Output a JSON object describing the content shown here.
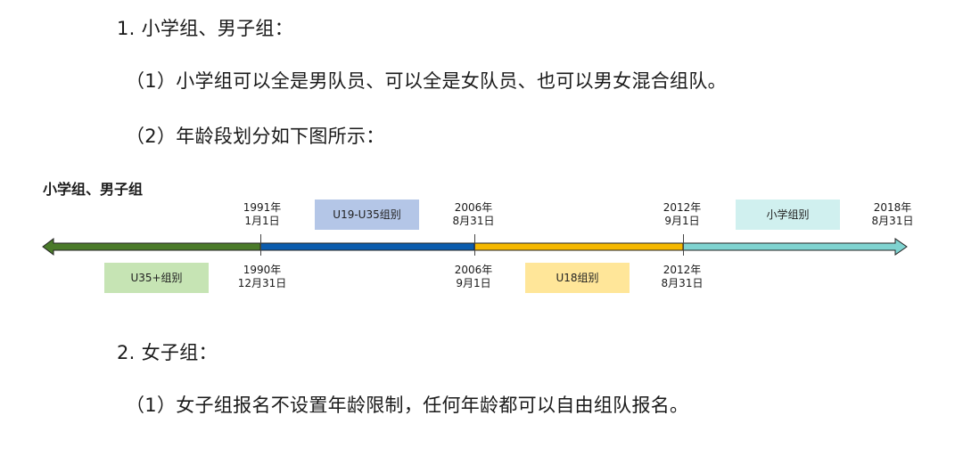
{
  "sections": {
    "s1_heading": "1. 小学组、男子组：",
    "s1_item1": "（1）小学组可以全是男队员、可以全是女队员、也可以男女混合组队。",
    "s1_item2": "（2）年龄段划分如下图所示：",
    "s2_heading": "2. 女子组：",
    "s2_item1": "（1）女子组报名不设置年龄限制，任何年龄都可以自由组队报名。"
  },
  "timeline": {
    "title": "小学组、男子组",
    "top_dates": [
      {
        "line1": "1991年",
        "line2": "1月1日"
      },
      {
        "line1": "2006年",
        "line2": "8月31日"
      },
      {
        "line1": "2012年",
        "line2": "9月1日"
      },
      {
        "line1": "2018年",
        "line2": "8月31日"
      }
    ],
    "bottom_dates": [
      {
        "line1": "1990年",
        "line2": "12月31日"
      },
      {
        "line1": "2006年",
        "line2": "9月1日"
      },
      {
        "line1": "2012年",
        "line2": "8月31日"
      }
    ],
    "groups": [
      {
        "label": "U35+组别",
        "color": "#c6e4b4",
        "bar_color": "#4a7a2a"
      },
      {
        "label": "U19-U35组别",
        "color": "#b4c6e7",
        "bar_color": "#0b5cad"
      },
      {
        "label": "U18组别",
        "color": "#ffe699",
        "bar_color": "#f5b800"
      },
      {
        "label": "小学组别",
        "color": "#d0f0ef",
        "bar_color": "#7fd3d0"
      }
    ]
  }
}
